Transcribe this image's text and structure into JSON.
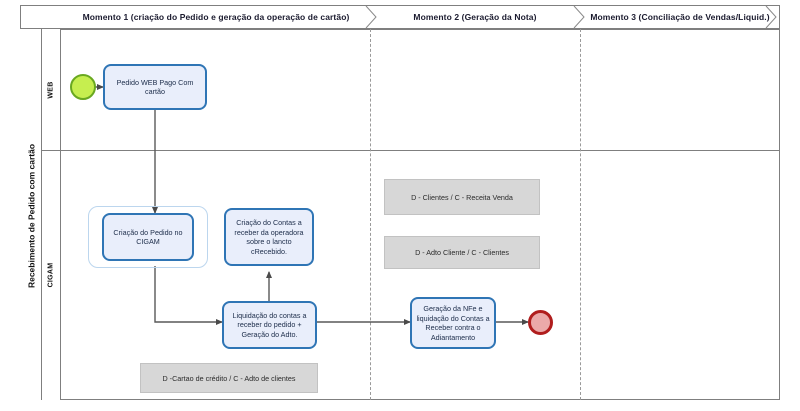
{
  "diagram": {
    "pool_label": "Recebimento de Pedido com cartão",
    "lanes": [
      {
        "id": "web",
        "label": "WEB"
      },
      {
        "id": "cigam",
        "label": "CIGAM"
      }
    ],
    "phases": [
      {
        "id": "momento1",
        "label": "Momento 1 (criação do Pedido e geração da operação de cartão)"
      },
      {
        "id": "momento2",
        "label": "Momento 2 (Geração da Nota)"
      },
      {
        "id": "momento3",
        "label": "Momento 3 (Conciliação de Vendas/Liquid.)"
      }
    ],
    "events": [
      {
        "id": "start",
        "type": "start-event",
        "label": ""
      },
      {
        "id": "end",
        "type": "end-event",
        "label": ""
      }
    ],
    "tasks": [
      {
        "id": "t1",
        "label": "Pedido WEB Pago Com cartão"
      },
      {
        "id": "t2",
        "label": "Criação do Pedido no CIGAM"
      },
      {
        "id": "t3",
        "label": "Criação do Contas a receber da operadora sobre o lancto cRecebido."
      },
      {
        "id": "t4",
        "label": "Liquidação do contas a receber do pedido + Geração do Adto."
      },
      {
        "id": "t5",
        "label": "Geração da NFe e liquidação do Contas a Receber contra o Adiantamento"
      }
    ],
    "notes": [
      {
        "id": "n1",
        "label": "D - Clientes / C - Receita Venda"
      },
      {
        "id": "n2",
        "label": "D - Adto Cliente / C - Clientes"
      },
      {
        "id": "n3",
        "label": "D -Cartao de crédito / C - Adto de clientes"
      }
    ],
    "colors": {
      "task_fill": "#e9eefb",
      "task_border": "#2f75b5",
      "start_fill": "#c6ee4f",
      "start_border": "#69a820",
      "end_fill": "#eba9a9",
      "end_border": "#b01d1d",
      "note_fill": "#d7d7d7",
      "frame_border": "#7f7f7f",
      "phase_divider": "#9a9a9a",
      "connector": "#595959",
      "group_border": "#bcd6ee"
    }
  }
}
